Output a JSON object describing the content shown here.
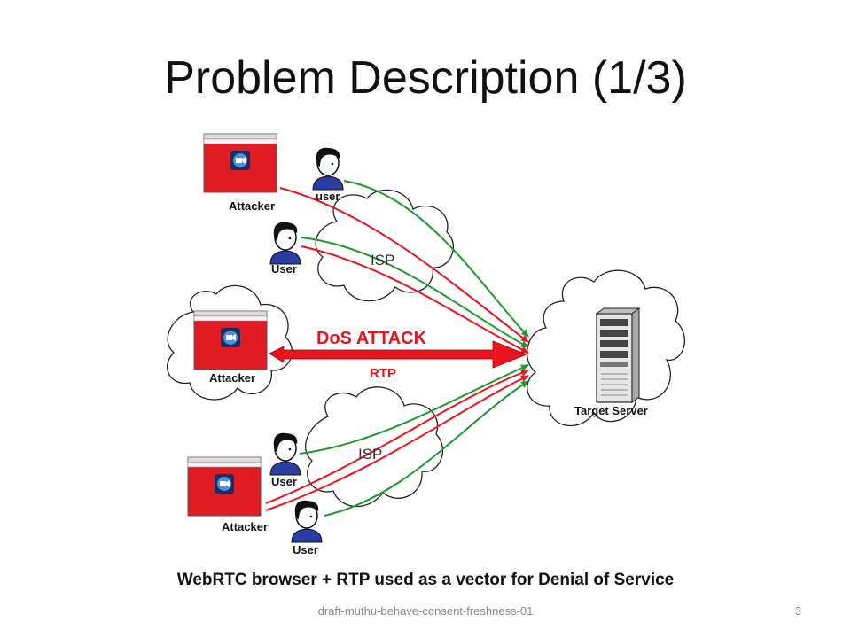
{
  "title": "Problem Description (1/3)",
  "labels": {
    "attacker": "Attacker",
    "user_lower": "user",
    "user": "User",
    "isp": "ISP",
    "dos_attack": "DoS ATTACK",
    "rtp": "RTP",
    "target_server": "Target Server"
  },
  "caption": "WebRTC browser + RTP used as a vector for Denial of Service",
  "footer": "draft-muthu-behave-consent-freshness-01",
  "page_number": "3",
  "colors": {
    "attack": "#e8141e",
    "user_flow": "#1e9a2c",
    "browser": "#e01b24"
  }
}
